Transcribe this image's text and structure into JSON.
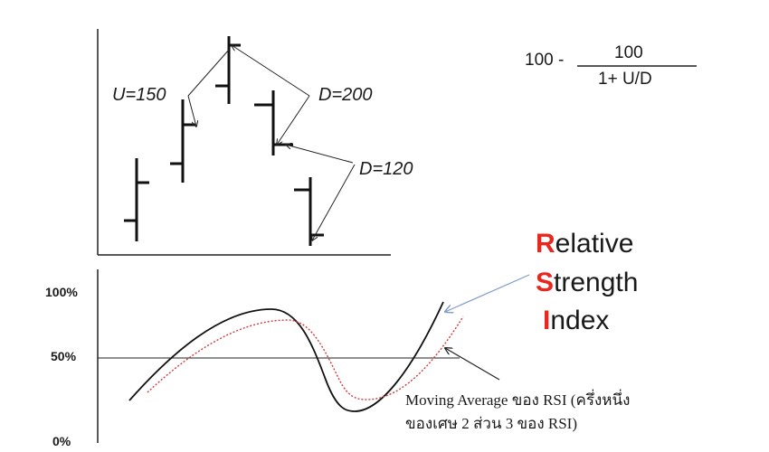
{
  "labels": {
    "u": "U=150",
    "d1": "D=200",
    "d2": "D=120"
  },
  "formula": {
    "prefix": "100 -",
    "numerator": "100",
    "denominator": "1+ U/D"
  },
  "rsi_title": {
    "line1_first": "R",
    "line1_rest": "elative",
    "line2_first": "S",
    "line2_rest": "trength",
    "line3_first": "I",
    "line3_rest": "ndex"
  },
  "y_axis": {
    "top": "100%",
    "mid": "50%",
    "bottom": "0%"
  },
  "caption": {
    "line1": "Moving Average ของ RSI (ครึ่งหนึ่ง",
    "line2": "ของเศษ 2 ส่วน 3 ของ RSI)"
  },
  "colors": {
    "rsi_line": "#111111",
    "ma_line": "#d33a3a",
    "accent": "#e8281e",
    "arrow_blue": "#7f9cc8"
  }
}
